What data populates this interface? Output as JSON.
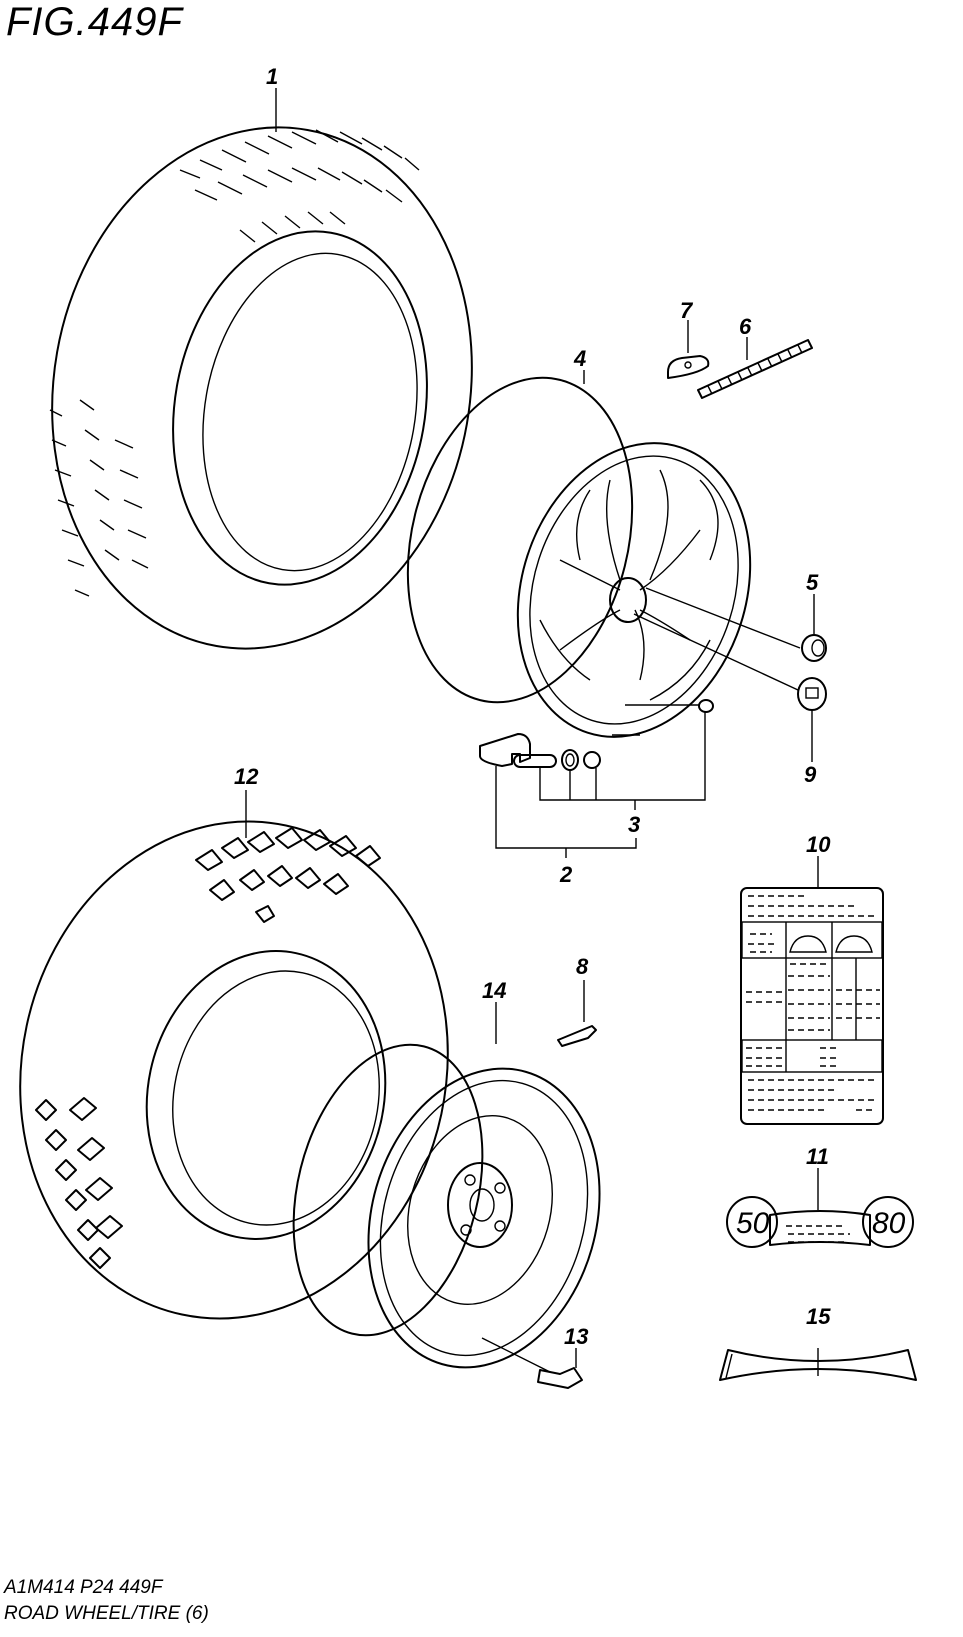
{
  "figure": {
    "title": "FIG.449F",
    "code": "A1M414 P24 449F",
    "name": "ROAD WHEEL/TIRE (6)"
  },
  "callouts": [
    {
      "id": "1",
      "part": "tire-upper"
    },
    {
      "id": "2",
      "part": "tpms-sensor-assembly"
    },
    {
      "id": "3",
      "part": "valve-assembly"
    },
    {
      "id": "4",
      "part": "alloy-wheel"
    },
    {
      "id": "5",
      "part": "wheel-nut"
    },
    {
      "id": "6",
      "part": "balance-weight-strip"
    },
    {
      "id": "7",
      "part": "balance-weight-clip"
    },
    {
      "id": "8",
      "part": "balance-weight-clip-steel"
    },
    {
      "id": "9",
      "part": "center-cap"
    },
    {
      "id": "10",
      "part": "tire-pressure-label"
    },
    {
      "id": "11",
      "part": "speed-label"
    },
    {
      "id": "12",
      "part": "tire-lower"
    },
    {
      "id": "13",
      "part": "valve-steel-wheel"
    },
    {
      "id": "14",
      "part": "steel-wheel"
    },
    {
      "id": "15",
      "part": "label-blank"
    }
  ],
  "labels": {
    "speed_left": "50",
    "speed_right": "80"
  }
}
